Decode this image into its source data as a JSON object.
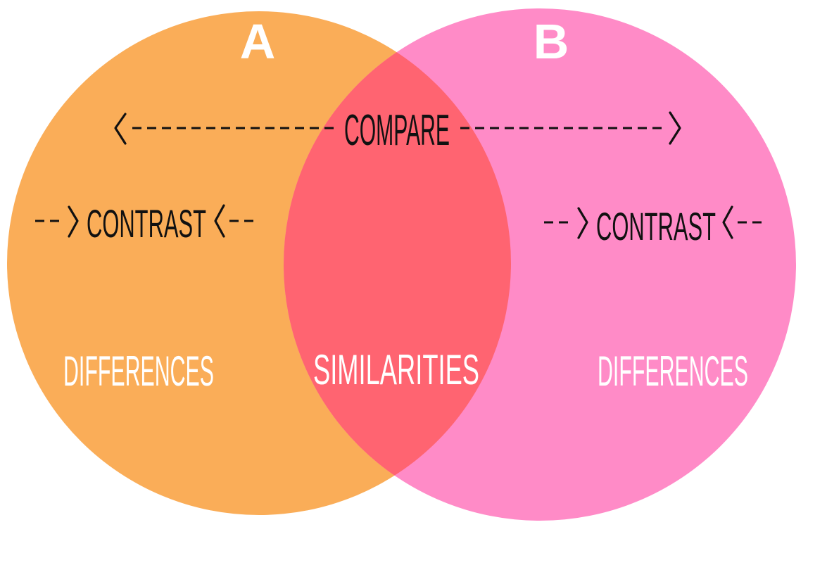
{
  "diagram": {
    "circle_a": {
      "letter": "A",
      "color": "#FAAD58"
    },
    "circle_b": {
      "letter": "B",
      "color": "#FF8BC7"
    },
    "overlap": {
      "color": "#FF6471"
    },
    "compare_label": "COMPARE",
    "contrast_left_label": "CONTRAST",
    "contrast_right_label": "CONTRAST",
    "differences_left_label": "DIFFERENCES",
    "similarities_label": "SIMILARITIES",
    "differences_right_label": "DIFFERENCES"
  }
}
